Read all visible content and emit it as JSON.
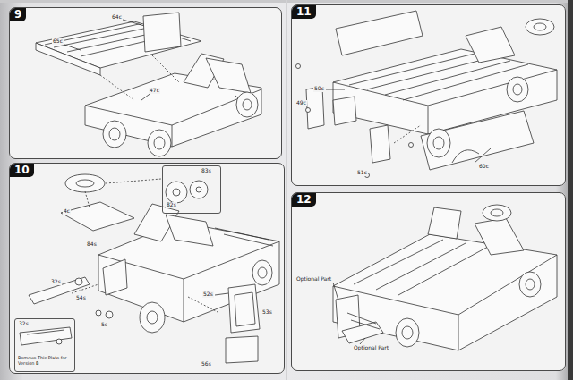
{
  "diagram": {
    "nodes": [
      {
        "text": [
          "9"
        ]
      },
      {
        "text": [
          "11"
        ]
      },
      {
        "text": [
          "10"
        ]
      },
      {
        "text": [
          "83s",
          "82s"
        ],
        "in": 2
      },
      {
        "text": [
          "32s",
          "Remove This Plate for Version B"
        ],
        "in": 2
      },
      {
        "text": [
          "12"
        ]
      }
    ],
    "labels": [
      "64c",
      "65c",
      "47c",
      "50c",
      "49c",
      "51c",
      "60c",
      "4c",
      "84s",
      "52s",
      "53s",
      "32s",
      "54s",
      "5s",
      "56s",
      "Optional Part",
      "Optional Part"
    ]
  }
}
